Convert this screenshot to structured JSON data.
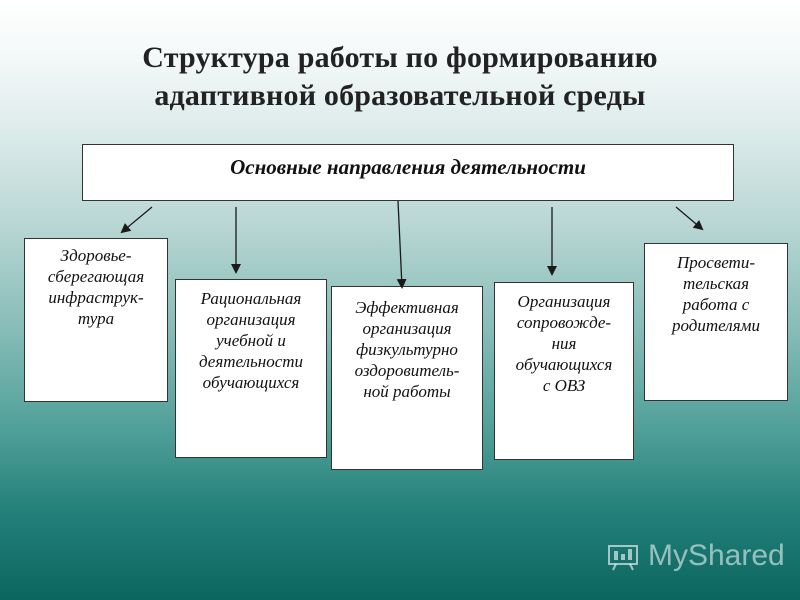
{
  "title": {
    "line1": "Структура работы по формированию",
    "line2": "адаптивной образовательной среды"
  },
  "main_box": "Основные направления деятельности",
  "boxes": [
    {
      "lines": [
        "Здоровье-",
        "сберегающая",
        "инфраструк-",
        "тура"
      ]
    },
    {
      "lines": [
        "Рациональная",
        "организация",
        "учебной и",
        "деятельности",
        "обучающихся"
      ]
    },
    {
      "lines": [
        "Эффективная",
        "организация",
        "физкультурно",
        "оздоровитель-",
        "ной работы"
      ]
    },
    {
      "lines": [
        "Организация",
        "сопровожде-",
        "ния",
        "обучающихся",
        "с ОВЗ"
      ]
    },
    {
      "lines": [
        "Просвети-",
        "тельская",
        "работа с",
        "родителями"
      ]
    }
  ],
  "watermark": "MyShared",
  "colors": {
    "arrow": "#1a1a1a",
    "border": "#333333"
  }
}
